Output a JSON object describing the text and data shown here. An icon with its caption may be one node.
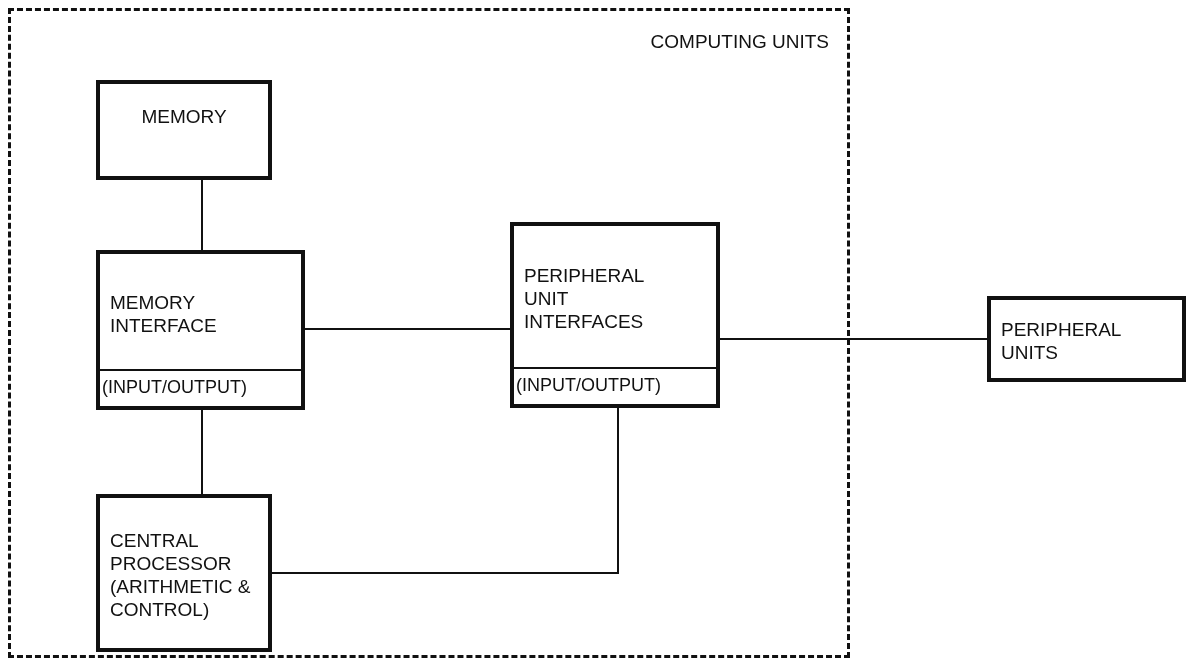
{
  "diagram": {
    "nodes": [
      {
        "text": [
          "COMPUTING UNITS"
        ]
      },
      {
        "text": [
          "MEMORY"
        ],
        "in": 0
      },
      {
        "text": [
          "MEMORY INTERFACE",
          "(INPUT/OUTPUT)"
        ],
        "in": 0
      },
      {
        "text": [
          "PERIPHERAL UNIT INTERFACES",
          "(INPUT/OUTPUT)"
        ],
        "in": 0
      },
      {
        "text": [
          "CENTRAL PROCESSOR (ARITHMETIC & CONTROL)"
        ],
        "in": 0
      },
      {
        "text": [
          "PERIPHERAL UNITS"
        ]
      }
    ],
    "edges": [
      {
        "from": 1,
        "to": 2,
        "arrow": "none"
      },
      {
        "from": 2,
        "to": 3,
        "arrow": "none"
      },
      {
        "from": 2,
        "to": 4,
        "arrow": "none"
      },
      {
        "from": 4,
        "to": 3,
        "arrow": "none"
      },
      {
        "from": 3,
        "to": 5,
        "arrow": "none"
      }
    ]
  }
}
